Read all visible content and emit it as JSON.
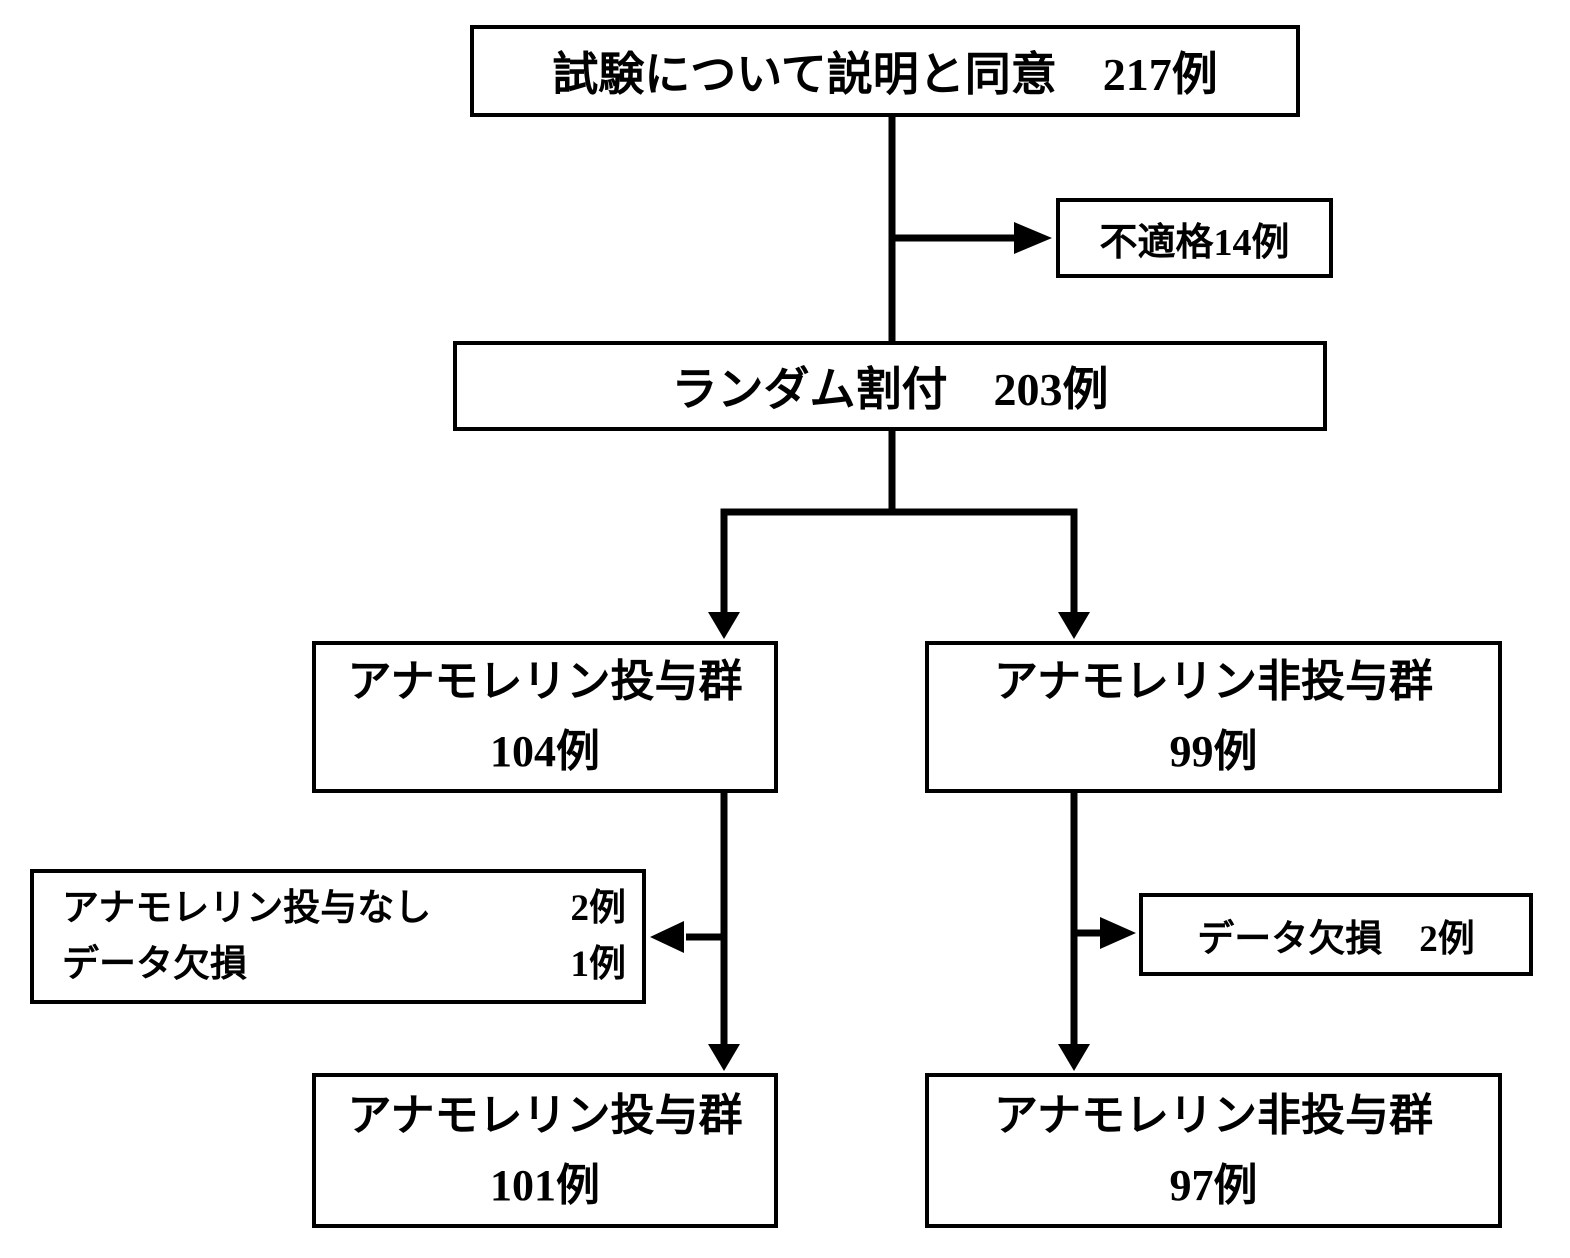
{
  "diagram": {
    "background_color": "#ffffff",
    "line_color": "#000000",
    "text_color": "#000000",
    "nodes": {
      "consent": {
        "label": "試験について説明と同意　217例"
      },
      "ineligible": {
        "label": "不適格14例"
      },
      "randomization": {
        "label": "ランダム割付　203例"
      },
      "arm_treatment": {
        "title": "アナモレリン投与群",
        "count": "104例"
      },
      "arm_control": {
        "title": "アナモレリン非投与群",
        "count": "99例"
      },
      "treatment_exclusions": {
        "rows": [
          {
            "label": "アナモレリン投与なし",
            "value": "2例"
          },
          {
            "label": "データ欠損",
            "value": "1例"
          }
        ]
      },
      "control_exclusion": {
        "label": "データ欠損　2例"
      },
      "final_treatment": {
        "title": "アナモレリン投与群",
        "count": "101例"
      },
      "final_control": {
        "title": "アナモレリン非投与群",
        "count": "97例"
      }
    }
  }
}
